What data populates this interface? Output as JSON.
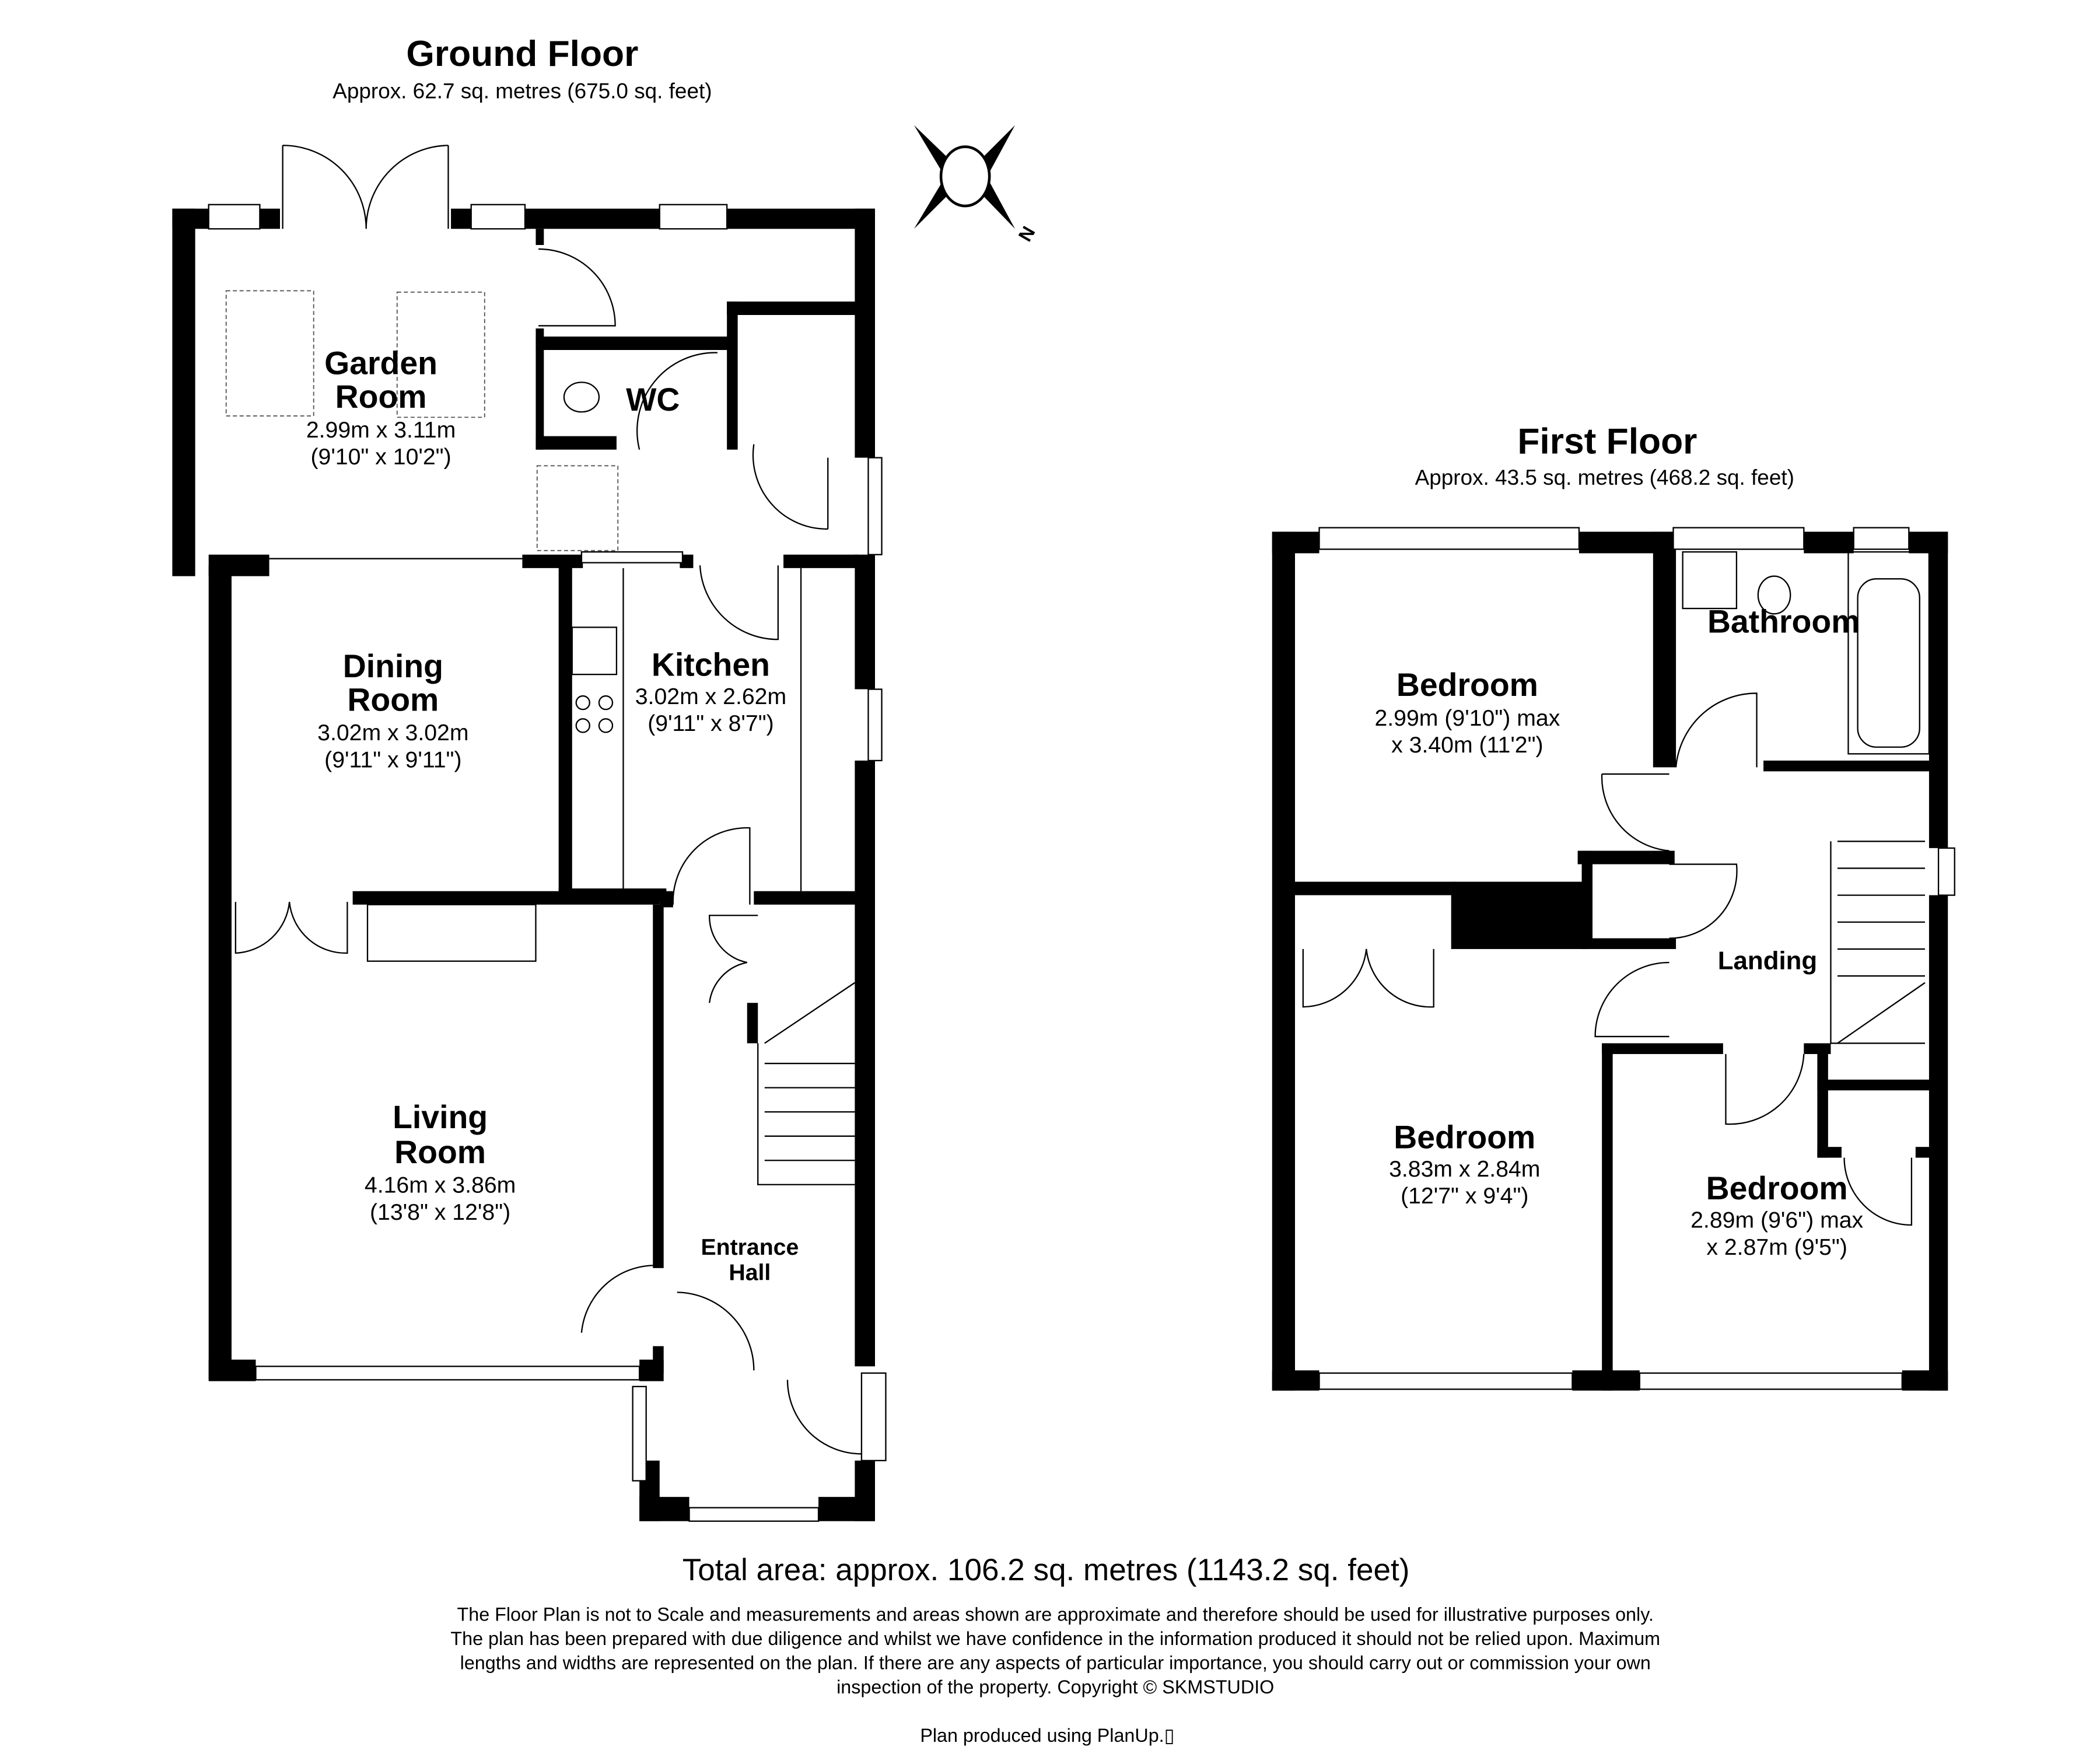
{
  "ground_floor": {
    "title": "Ground Floor",
    "area": "Approx. 62.7 sq. metres (675.0 sq. feet)",
    "rooms": [
      {
        "name_lines": [
          "Garden",
          "Room"
        ],
        "dims": [
          "2.99m x 3.11m",
          "(9'10\" x 10'2\")"
        ]
      },
      {
        "name_lines": [
          "WC"
        ],
        "dims": []
      },
      {
        "name_lines": [
          "Dining",
          "Room"
        ],
        "dims": [
          "3.02m x 3.02m",
          "(9'11\" x 9'11\")"
        ]
      },
      {
        "name_lines": [
          "Kitchen"
        ],
        "dims": [
          "3.02m x 2.62m",
          "(9'11\" x 8'7\")"
        ]
      },
      {
        "name_lines": [
          "Living",
          "Room"
        ],
        "dims": [
          "4.16m x 3.86m",
          "(13'8\" x 12'8\")"
        ]
      },
      {
        "name_lines": [
          "Entrance",
          "Hall"
        ],
        "dims": []
      }
    ]
  },
  "first_floor": {
    "title": "First Floor",
    "area": "Approx. 43.5 sq. metres (468.2 sq. feet)",
    "rooms": [
      {
        "name_lines": [
          "Bedroom"
        ],
        "dims": [
          "2.99m (9'10\") max",
          "x 3.40m (11'2\")"
        ]
      },
      {
        "name_lines": [
          "Bathroom"
        ],
        "dims": []
      },
      {
        "name_lines": [
          "Landing"
        ],
        "dims": []
      },
      {
        "name_lines": [
          "Bedroom"
        ],
        "dims": [
          "3.83m x 2.84m",
          "(12'7\" x 9'4\")"
        ]
      },
      {
        "name_lines": [
          "Bedroom"
        ],
        "dims": [
          "2.89m (9'6\") max",
          "x 2.87m (9'5\")"
        ]
      }
    ]
  },
  "compass": {
    "label": "N",
    "icon": "compass-icon"
  },
  "footer": {
    "total": "Total area: approx. 106.2 sq. metres (1143.2 sq. feet)",
    "disclaimer": [
      "The Floor Plan is not to Scale and measurements and areas shown are approximate and therefore should be used for illustrative purposes only.",
      "The plan has been prepared with due diligence and whilst we have confidence in the information produced it should not be relied upon. Maximum",
      "lengths and widths are represented on the plan. If there are any aspects of particular importance, you should carry out or commission your own",
      "inspection of the property. Copyright © SKMSTUDIO"
    ],
    "produced": "Plan produced using PlanUp.▯"
  }
}
